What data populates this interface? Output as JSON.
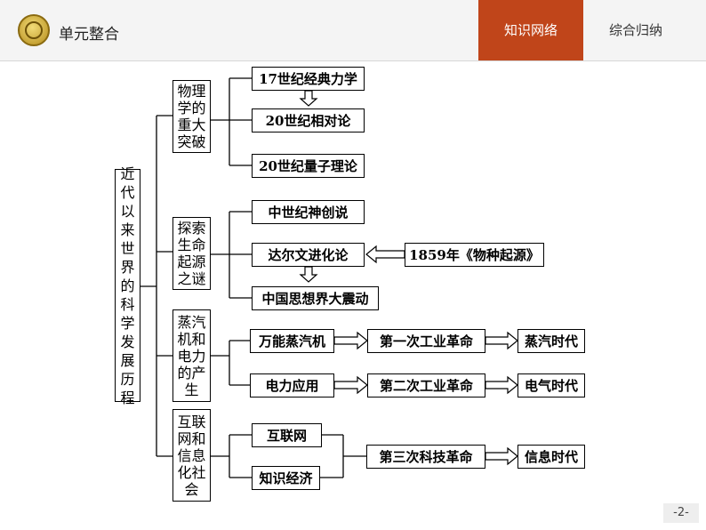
{
  "header": {
    "title": "单元整合",
    "tabs": [
      {
        "label": "知识网络",
        "active": true
      },
      {
        "label": "综合归纳",
        "active": false
      }
    ],
    "accent_color": "#c0451a"
  },
  "diagram": {
    "root": "近代以来世界的科学发展历程",
    "sections": [
      {
        "title": "物理学的重大突破",
        "nodes": [
          "17世纪经典力学",
          "20世纪相对论",
          "20世纪量子理论"
        ]
      },
      {
        "title": "探索生命起源之谜",
        "nodes": [
          "中世纪神创说",
          "达尔文进化论",
          "中国思想界大震动"
        ],
        "source": "1859年《物种起源》"
      },
      {
        "title": "蒸汽机和电力的产生",
        "rows": [
          [
            "万能蒸汽机",
            "第一次工业革命",
            "蒸汽时代"
          ],
          [
            "电力应用",
            "第二次工业革命",
            "电气时代"
          ]
        ]
      },
      {
        "title": "互联网和信息化社会",
        "nodes": [
          "互联网",
          "知识经济"
        ],
        "revolution": "第三次科技革命",
        "era": "信息时代"
      }
    ]
  },
  "page_number": "-2-"
}
